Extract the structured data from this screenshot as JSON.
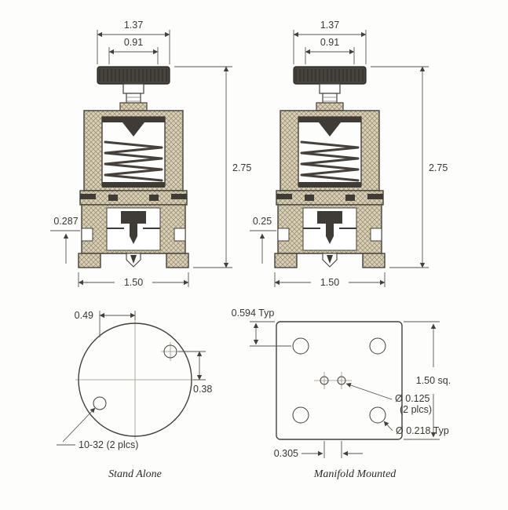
{
  "colors": {
    "line": "#45413a",
    "dim_line": "#5a554c",
    "text": "#3a372f",
    "body_hatch_bg": "#d8d0b8",
    "body_hatch_line": "#9a8d6e",
    "dark_part": "#3f3c35",
    "background": "#fdfdfc"
  },
  "section_left": {
    "dim_knob_width": "1.37",
    "dim_hub_width": "0.91",
    "dim_overall_height": "2.75",
    "dim_port_height": "0.287",
    "dim_base_width": "1.50"
  },
  "section_right": {
    "dim_knob_width": "1.37",
    "dim_hub_width": "0.91",
    "dim_overall_height": "2.75",
    "dim_port_height": "0.25",
    "dim_base_width": "1.50"
  },
  "bottom_view_left": {
    "caption": "Stand Alone",
    "dim_hole_offset_x": "0.49",
    "dim_hole_offset_y": "0.38",
    "note_mounting_holes": "10-32 (2 plcs)"
  },
  "bottom_view_right": {
    "caption": "Manifold Mounted",
    "dim_corner_hole_offset": "0.594 Typ",
    "dim_plate_size": "1.50 sq.",
    "note_port_dia": "Ø 0.125",
    "note_port_qty": "(2 plcs)",
    "note_corner_hole_dia": "Ø 0.218 Typ",
    "dim_port_spacing": "0.305"
  }
}
